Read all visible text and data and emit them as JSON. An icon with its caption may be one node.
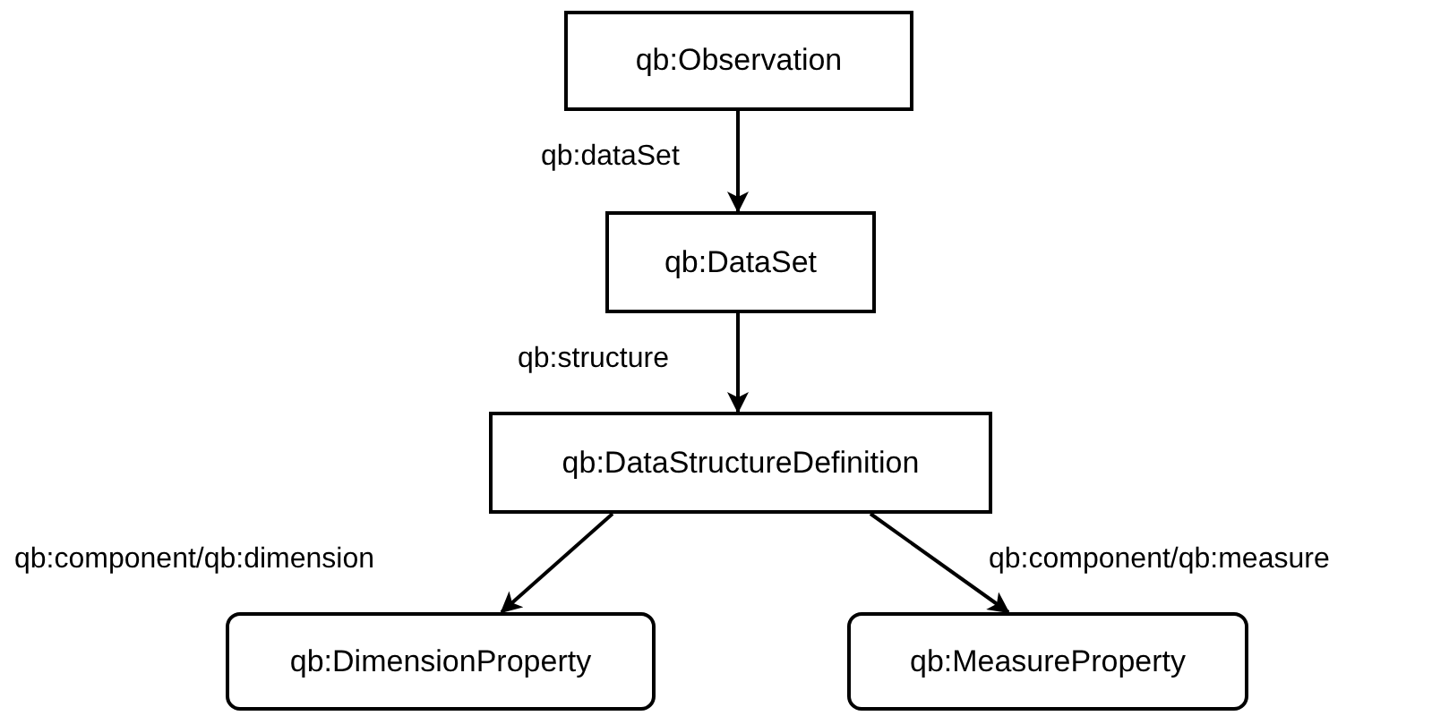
{
  "diagram": {
    "nodes": [
      {
        "text": [
          "qb:Observation"
        ]
      },
      {
        "text": [
          "qb:DataSet"
        ]
      },
      {
        "text": [
          "qb:DataStructureDefinition"
        ]
      },
      {
        "text": [
          "qb:DimensionProperty"
        ]
      },
      {
        "text": [
          "qb:MeasureProperty"
        ]
      }
    ],
    "edges": [
      {
        "from": 0,
        "to": 1,
        "arrow": "to",
        "label": "qb:dataSet"
      },
      {
        "from": 1,
        "to": 2,
        "arrow": "to",
        "label": "qb:structure"
      },
      {
        "from": 2,
        "to": 3,
        "arrow": "to",
        "label": "qb:component/qb:dimension"
      },
      {
        "from": 2,
        "to": 4,
        "arrow": "to",
        "label": "qb:component/qb:measure"
      }
    ]
  }
}
